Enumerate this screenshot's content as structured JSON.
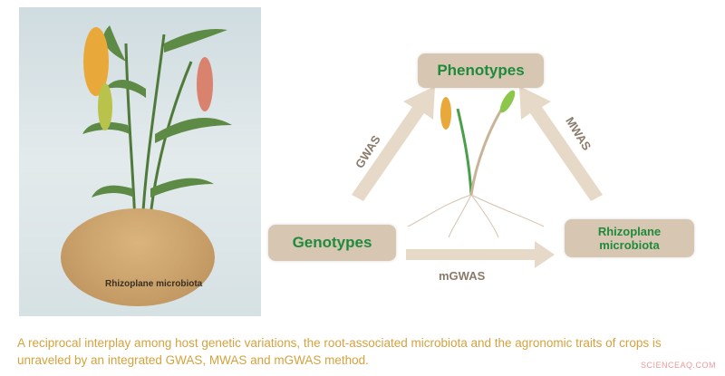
{
  "illustration": {
    "soil_label": "Rhizoplane microbiota"
  },
  "diagram": {
    "nodes": {
      "phenotypes": "Phenotypes",
      "genotypes": "Genotypes",
      "microbiota_line1": "Rhizoplane",
      "microbiota_line2": "microbiota"
    },
    "edges": {
      "gwas": "GWAS",
      "mwas": "MWAS",
      "mgwas": "mGWAS"
    },
    "colors": {
      "node_fill": "#d7c7b2",
      "node_text": "#1f8a3c",
      "arrow": "#e6d9c8",
      "caption": "#d5a23f"
    }
  },
  "caption": "A reciprocal interplay among host genetic variations, the root-associated microbiota and the agronomic traits of crops is unraveled by an integrated GWAS, MWAS and mGWAS method.",
  "watermark": "SCIENCEAQ.COM"
}
